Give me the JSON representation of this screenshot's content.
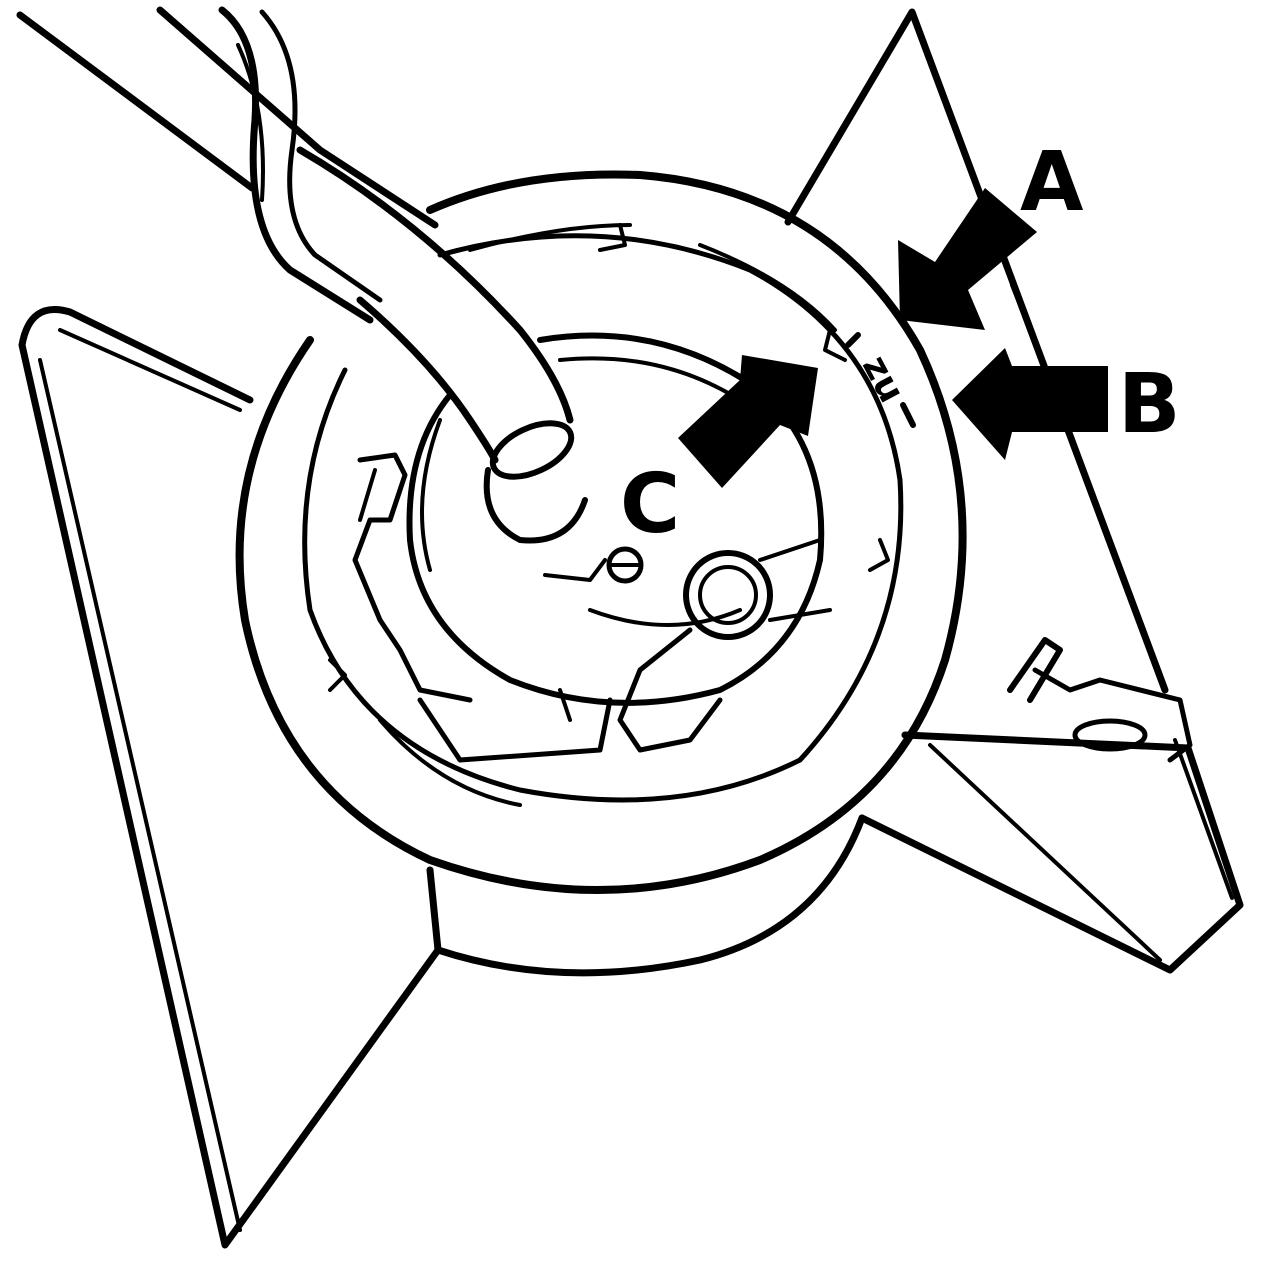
{
  "diagram": {
    "callouts": {
      "a": "A",
      "b": "B",
      "c": "C"
    },
    "marking": "zu",
    "colors": {
      "ink": "#000000",
      "paper": "#ffffff"
    }
  }
}
